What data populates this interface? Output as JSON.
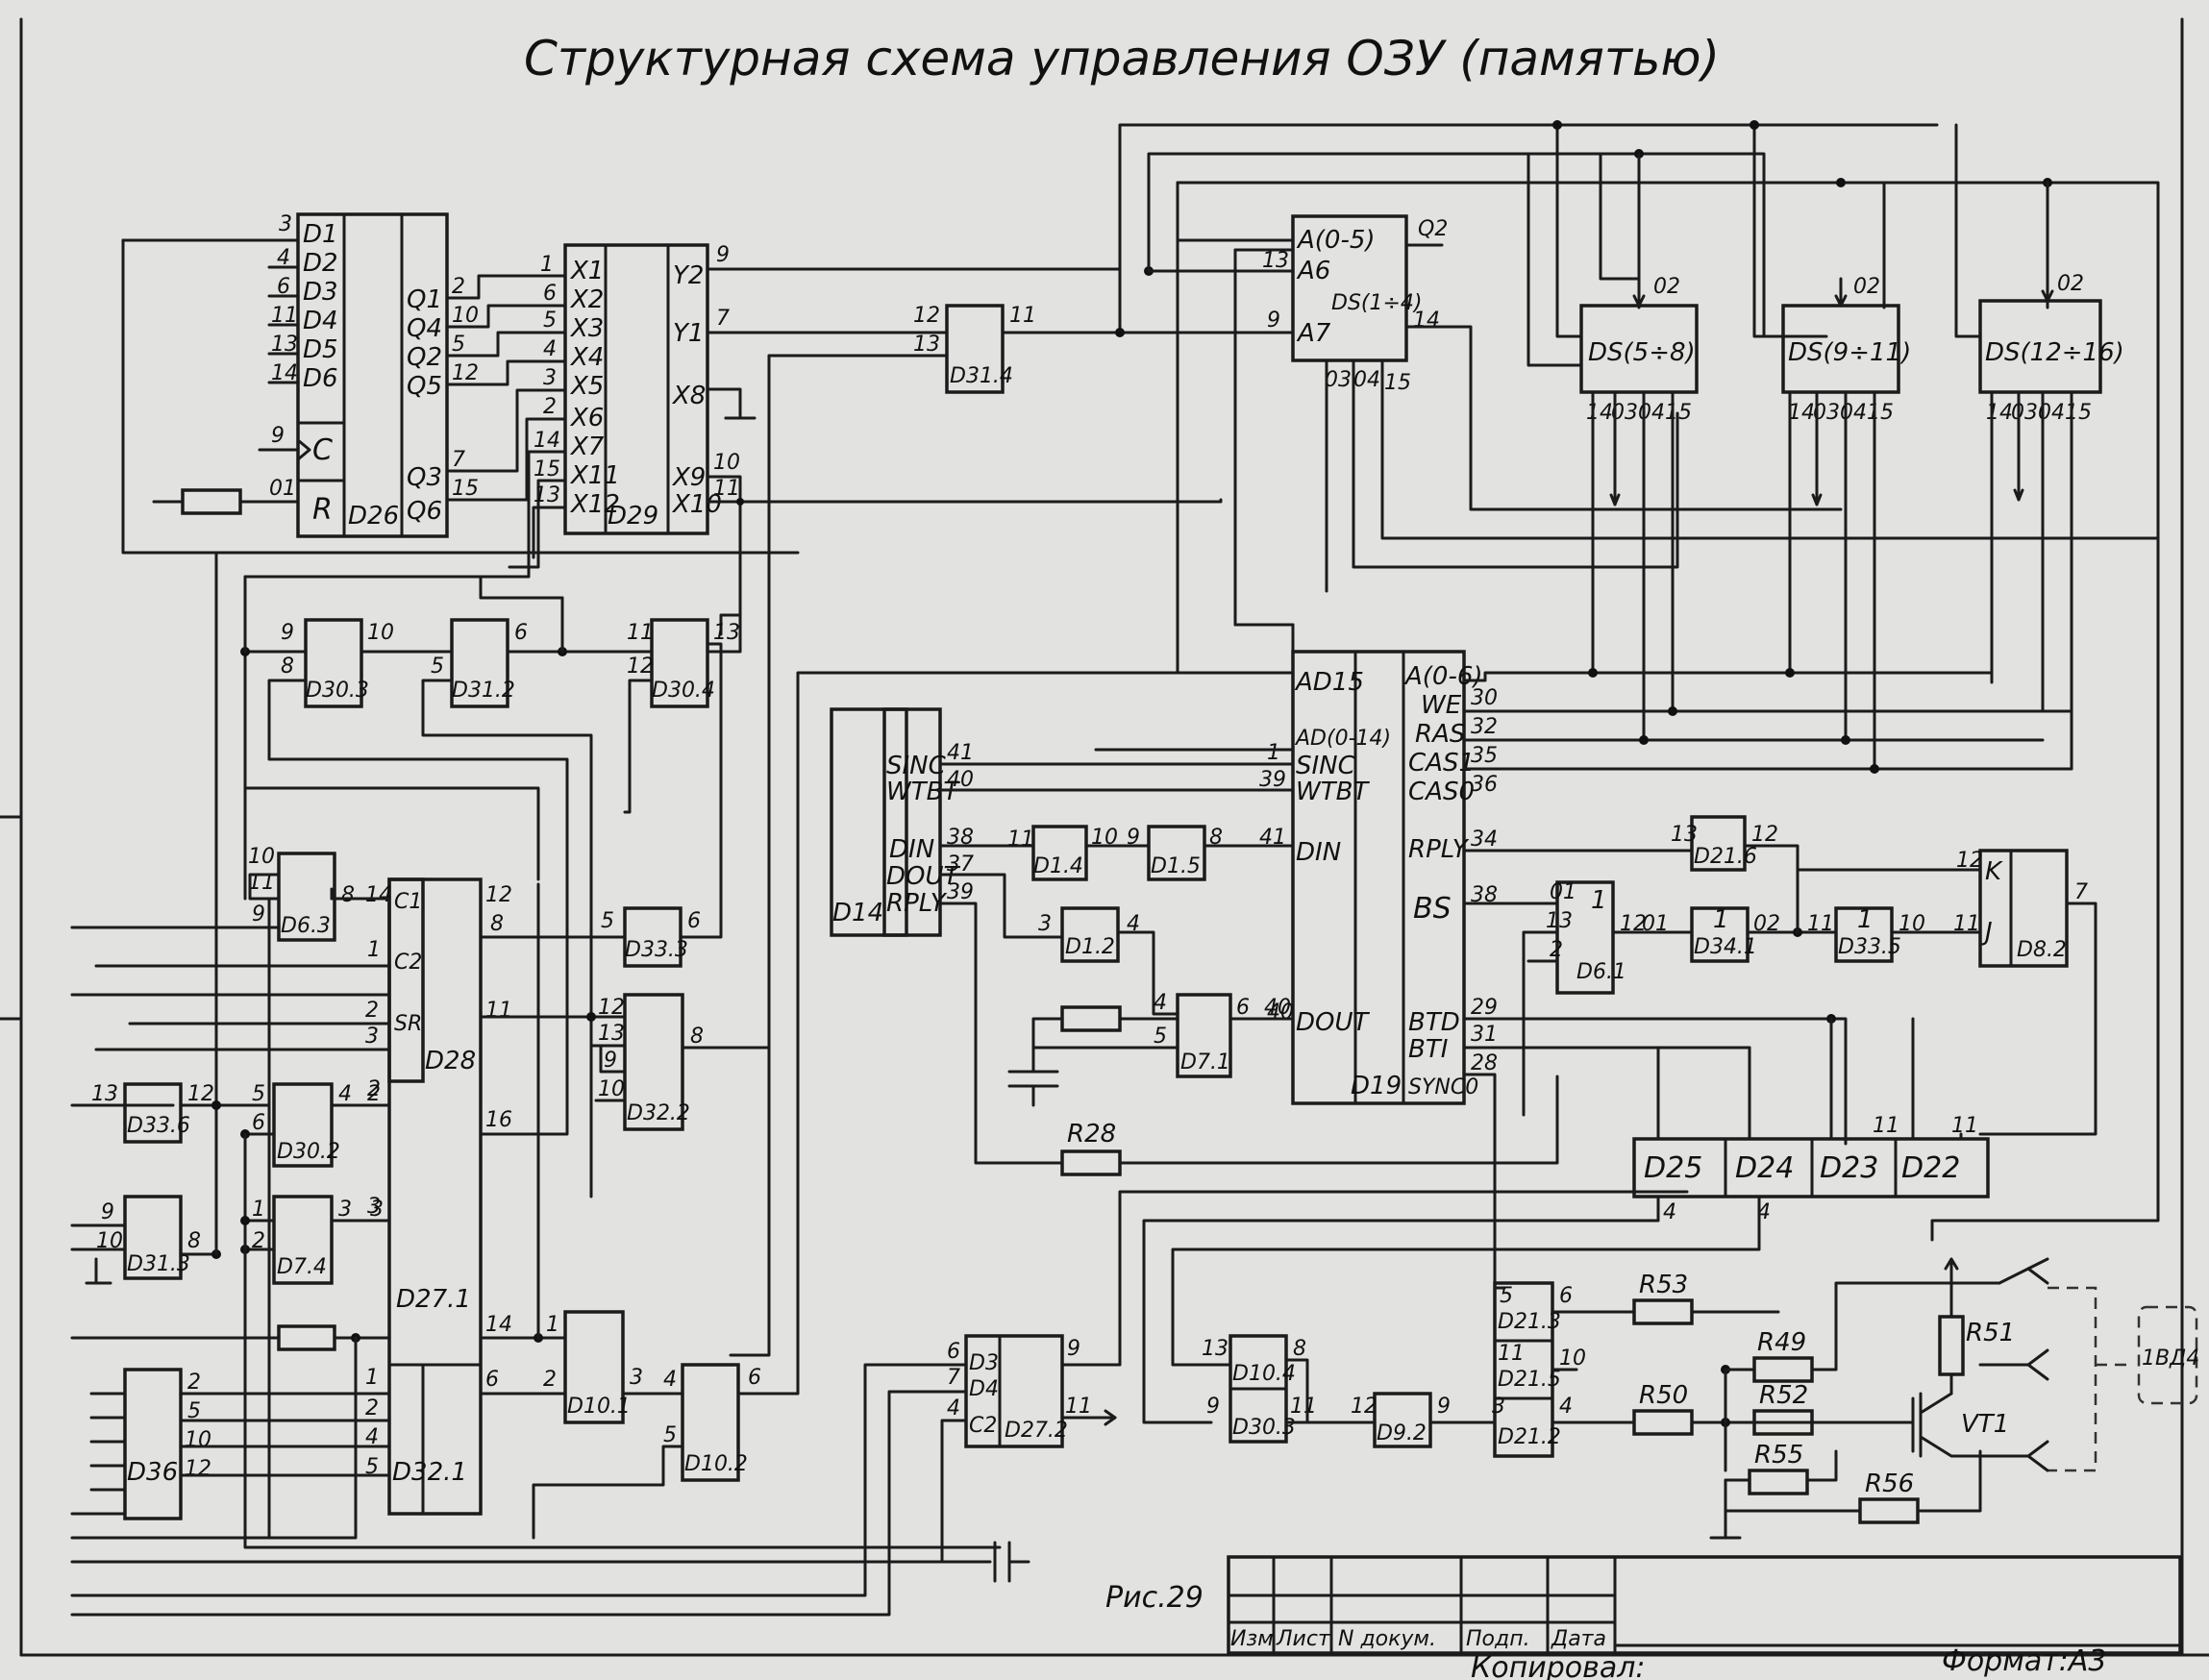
{
  "title": "Структурная схема управления ОЗУ (памятью)",
  "figure_caption": "Рис.29",
  "stamp": {
    "columns": [
      "Изм",
      "Лист",
      "N докум.",
      "Подп.",
      "Дата"
    ],
    "copied_by": "Копировал:",
    "format": "Формат:А3"
  },
  "chips": {
    "D26": {
      "name": "D26",
      "inputs": [
        "D1",
        "D2",
        "D3",
        "D4",
        "D5",
        "D6",
        "C",
        "R"
      ],
      "outputs": [
        "Q1",
        "Q4",
        "Q2",
        "Q5",
        "Q3",
        "Q6"
      ],
      "in_pins": [
        "3",
        "4",
        "6",
        "11",
        "13",
        "14",
        "9",
        "01"
      ],
      "out_pins": [
        "2",
        "10",
        "5",
        "12",
        "7",
        "15"
      ]
    },
    "D29": {
      "name": "D29",
      "inputs": [
        "X1",
        "X2",
        "X3",
        "X4",
        "X5",
        "X6",
        "X7",
        "X11",
        "X12"
      ],
      "outputs": [
        "Y2",
        "Y1",
        "X8",
        "X9",
        "X10"
      ],
      "in_pins": [
        "1",
        "6",
        "5",
        "4",
        "3",
        "2",
        "14",
        "15",
        "13"
      ],
      "out_pins": [
        "9",
        "7",
        "",
        "10",
        "11"
      ]
    },
    "D31_4": "D31.4",
    "D30_3": "D30.3",
    "D31_2": "D31.2",
    "D30_4": "D30.4",
    "D6_3": "D6.3",
    "D28": "D28",
    "D33_3": "D33.3",
    "D32_2": "D32.2",
    "D33_6": "D33.6",
    "D30_2": "D30.2",
    "D31_3": "D31.3",
    "D7_4": "D7.4",
    "D27_1": "D27.1",
    "D36": "D36",
    "D32_1": "D32.1",
    "D10_1": "D10.1",
    "D10_2": "D10.2",
    "D14": "D14",
    "D1_4": "D1.4",
    "D1_5": "D1.5",
    "D1_2": "D1.2",
    "D7_1": "D7.1",
    "D19": "D19",
    "D6_1": "D6.1",
    "D21_6": "D21.6",
    "D34_1": "D34.1",
    "D33_5": "D33.5",
    "D8_2": "D8.2",
    "DS1": "DS(1÷4)",
    "DS5": "DS(5÷8)",
    "DS9": "DS(9÷11)",
    "DS12": "DS(12÷16)",
    "D25": "D25",
    "D24": "D24",
    "D23": "D23",
    "D22": "D22",
    "D27_2": "D27.2",
    "D10_4": "D10.4",
    "D30_3b": "D30.3",
    "D9_2": "D9.2",
    "D21_3": "D21.3",
    "D21_5": "D21.5",
    "D21_2": "D21.2",
    "VT1": "VT1",
    "ext": "1ВД4"
  },
  "resistors": [
    "R28",
    "R53",
    "R49",
    "R50",
    "R52",
    "R55",
    "R56",
    "R51"
  ],
  "signals_d19_left": [
    "AD15",
    "AD(0-14)",
    "SINC",
    "WTBT",
    "DIN",
    "DOUT"
  ],
  "signals_d19_right": [
    "A(0-6)",
    "WE",
    "RAS",
    "CAS1",
    "CAS0",
    "RPLY",
    "BS",
    "BTD",
    "BTI",
    "SYNC0"
  ],
  "signals_d14": [
    "SINC",
    "WTBT",
    "DIN",
    "DOUT",
    "RPLY"
  ],
  "pins": {
    "d19_right": [
      "30",
      "32",
      "35",
      "36",
      "34",
      "38",
      "29",
      "31",
      "28"
    ],
    "d14_right": [
      "41",
      "40",
      "38",
      "37",
      "39"
    ],
    "d19_left": [
      "1",
      "39",
      "41",
      "40"
    ],
    "ds1": [
      "Q2",
      "13",
      "9",
      "14",
      "03",
      "04",
      "15"
    ],
    "ds_top": "02",
    "ds_bottom": [
      "14",
      "03",
      "04",
      "15"
    ]
  }
}
